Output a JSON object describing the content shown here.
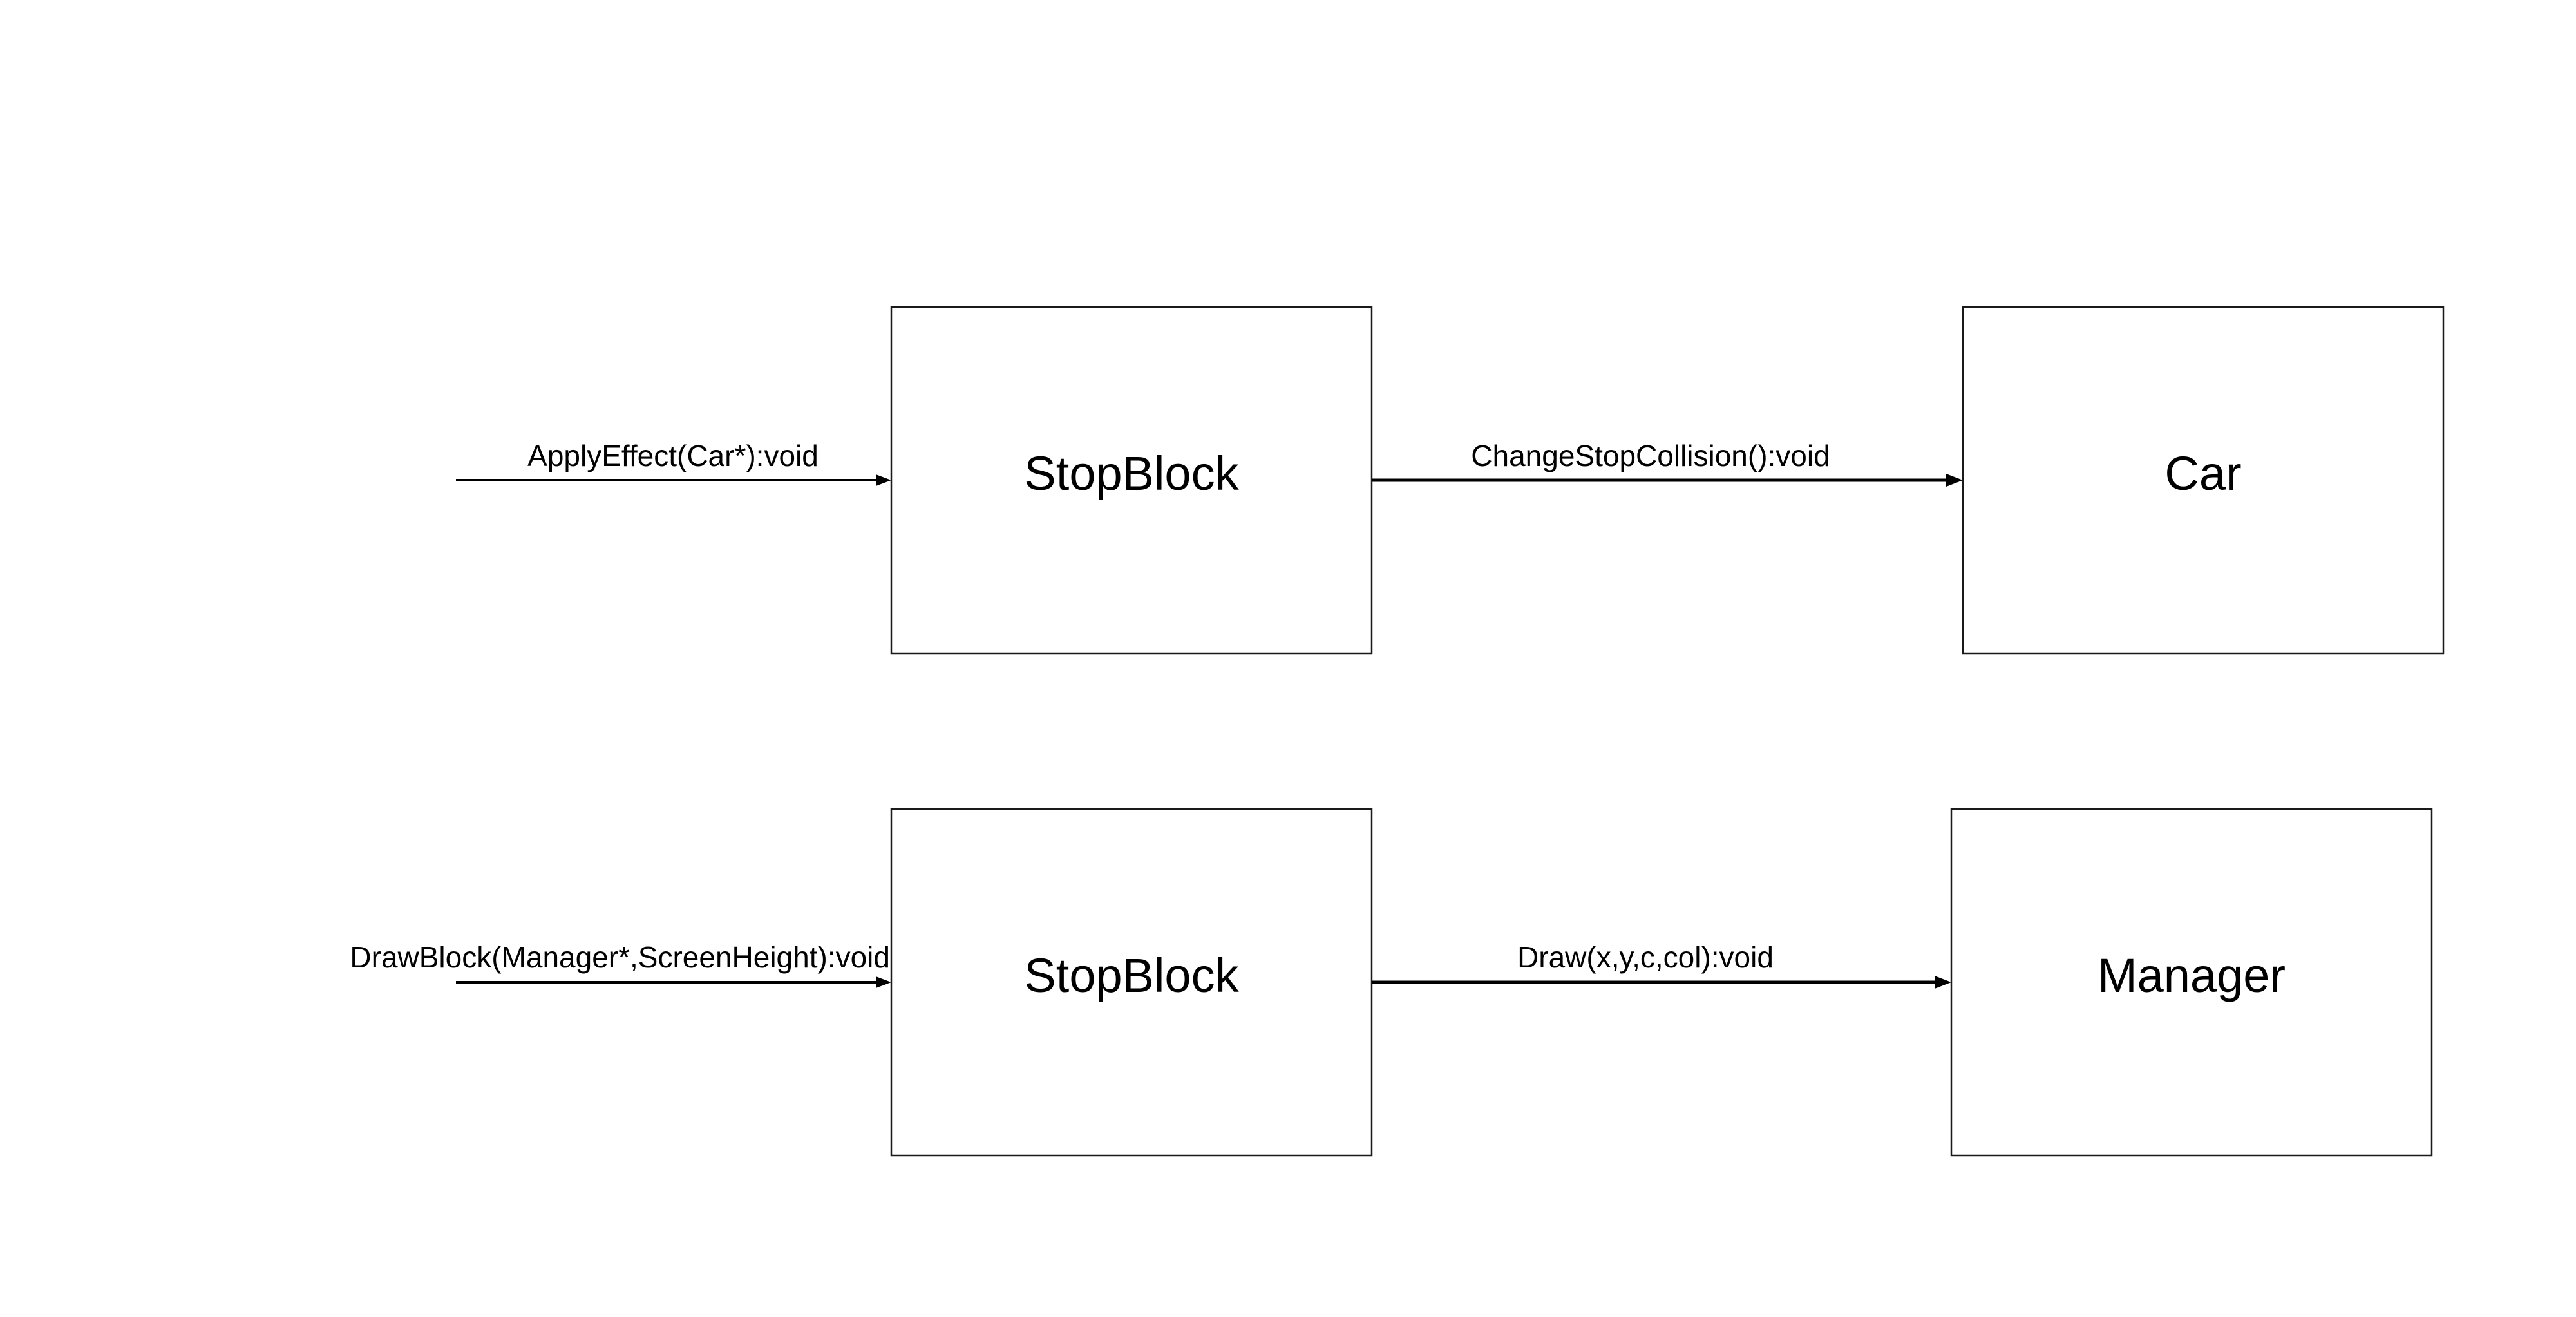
{
  "diagram": {
    "rows": [
      {
        "incoming_label": "ApplyEffect(Car*):void",
        "source_box": "StopBlock",
        "edge_label": "ChangeStopCollision():void",
        "target_box": "Car"
      },
      {
        "incoming_label": "DrawBlock(Manager*,ScreenHeight):void",
        "source_box": "StopBlock",
        "edge_label": "Draw(x,y,c,col):void",
        "target_box": "Manager"
      }
    ]
  }
}
